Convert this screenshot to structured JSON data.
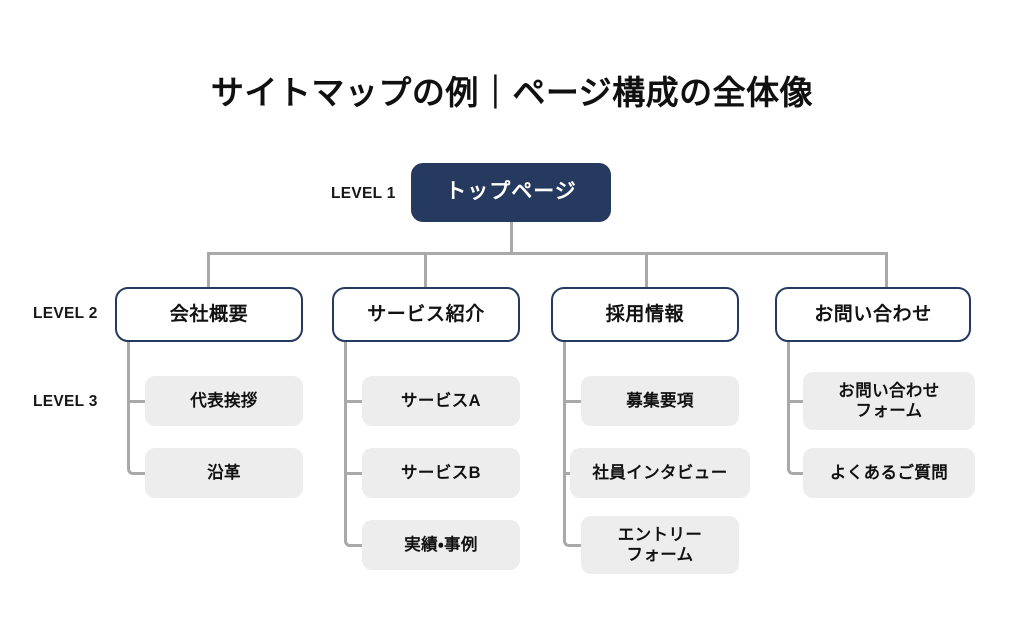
{
  "title": "サイトマップの例｜ページ構成の全体像",
  "colors": {
    "background": "#ffffff",
    "navy": "#253A5E",
    "node_gray": "#ededed",
    "connector_gray": "#a9a9a9",
    "text_dark": "#111111",
    "text_light": "#ffffff"
  },
  "level_labels": {
    "level1": "LEVEL 1",
    "level2": "LEVEL 2",
    "level3": "LEVEL 3"
  },
  "root": {
    "label": "トップページ"
  },
  "columns": [
    {
      "parent": "会社概要",
      "children": [
        {
          "line1": "代表挨拶",
          "line2": ""
        },
        {
          "line1": "沿革",
          "line2": ""
        }
      ]
    },
    {
      "parent": "サービス紹介",
      "children": [
        {
          "line1": "サービスA",
          "line2": ""
        },
        {
          "line1": "サービスB",
          "line2": ""
        },
        {
          "line1": "実績・事例",
          "line2": ""
        }
      ]
    },
    {
      "parent": "採用情報",
      "children": [
        {
          "line1": "募集要項",
          "line2": ""
        },
        {
          "line1": "社員インタビュー",
          "line2": ""
        },
        {
          "line1": "エントリー",
          "line2": "フォーム"
        }
      ]
    },
    {
      "parent": "お問い合わせ",
      "children": [
        {
          "line1": "お問い合わせ",
          "line2": "フォーム"
        },
        {
          "line1": "よくあるご質問",
          "line2": ""
        }
      ]
    }
  ]
}
